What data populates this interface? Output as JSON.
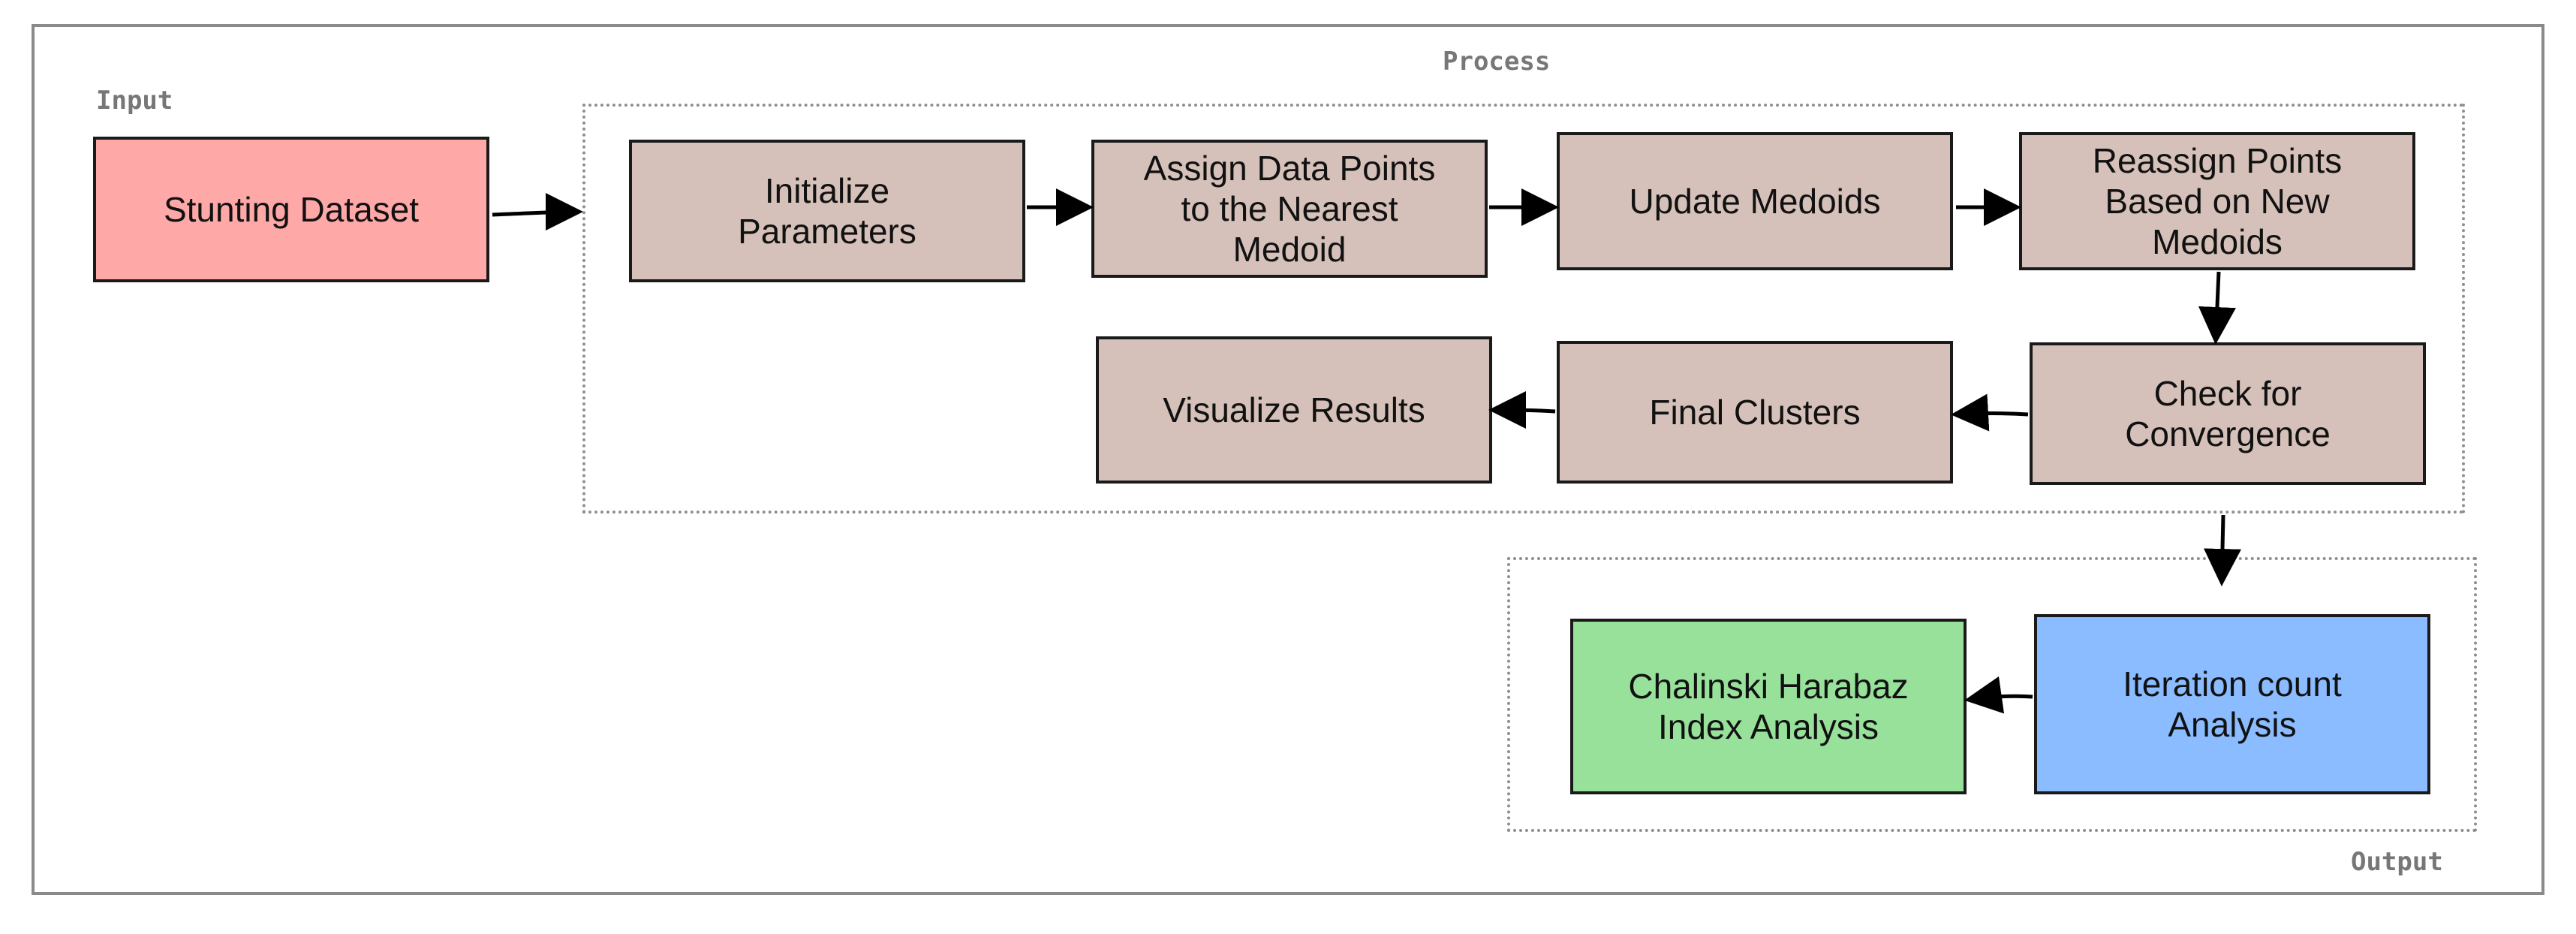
{
  "diagram": {
    "groups": {
      "input": "Input",
      "process": "Process",
      "output": "Output"
    },
    "nodes": {
      "stunting_dataset": "Stunting Dataset",
      "initialize_parameters": "Initialize\nParameters",
      "assign_points": "Assign Data Points\nto the Nearest\nMedoid",
      "update_medoids": "Update Medoids",
      "reassign_points": "Reassign Points\nBased on New\nMedoids",
      "check_convergence": "Check for\nConvergence",
      "final_clusters": "Final Clusters",
      "visualize_results": "Visualize Results",
      "iteration_count": "Iteration count\nAnalysis",
      "chalinski_index": "Chalinski Harabaz\nIndex Analysis"
    },
    "colors": {
      "input_node": "#ffa8a8",
      "process_node": "#d5c1b9",
      "iteration_node": "#8bbcff",
      "index_node": "#97e19b",
      "border": "#1a1a1a",
      "group_border": "#8f8f8f"
    },
    "edges": [
      [
        "stunting_dataset",
        "process"
      ],
      [
        "initialize_parameters",
        "assign_points"
      ],
      [
        "assign_points",
        "update_medoids"
      ],
      [
        "update_medoids",
        "reassign_points"
      ],
      [
        "reassign_points",
        "check_convergence"
      ],
      [
        "check_convergence",
        "final_clusters"
      ],
      [
        "final_clusters",
        "visualize_results"
      ],
      [
        "process",
        "output"
      ],
      [
        "iteration_count",
        "chalinski_index"
      ]
    ]
  }
}
